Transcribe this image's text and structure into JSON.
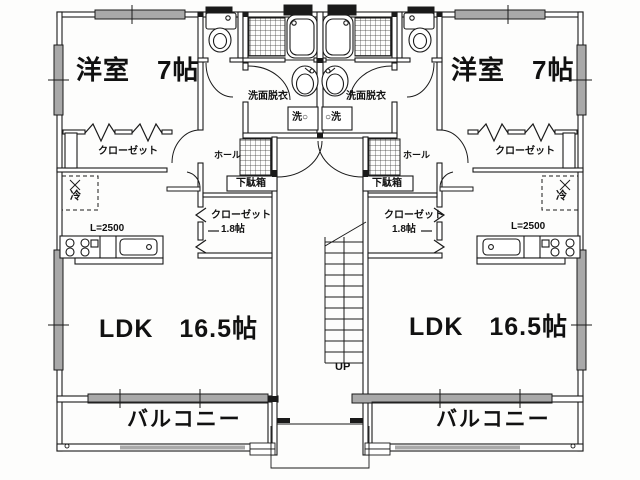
{
  "floorplan": {
    "unit_left": {
      "bedroom_label": "洋室　7帖",
      "closet_label": "クローゼット",
      "washroom_label": "洗面脱衣",
      "laundry_label": "洗○",
      "hall_label": "ホール",
      "shoebox_label": "下駄箱",
      "closet2_line1": "クローゼット",
      "closet2_line2": "1.8帖",
      "fridge_label": "冷",
      "kitchen_length_label": "L=2500",
      "ldk_label": "LDK　16.5帖",
      "balcony_label": "バルコニー"
    },
    "unit_right": {
      "bedroom_label": "洋室　7帖",
      "closet_label": "クローゼット",
      "washroom_label": "洗面脱衣",
      "laundry_label": "○洗",
      "hall_label": "ホール",
      "shoebox_label": "下駄箱",
      "closet2_line1": "クローゼット",
      "closet2_line2": "1.8帖",
      "fridge_label": "冷",
      "kitchen_length_label": "L=2500",
      "ldk_label": "LDK　16.5帖",
      "balcony_label": "バルコニー"
    },
    "stairs": {
      "up_label": "UP"
    },
    "colors": {
      "line": "#1a1a1a",
      "window_fill": "#a9a9a9",
      "paper": "#fdfdfc"
    }
  }
}
